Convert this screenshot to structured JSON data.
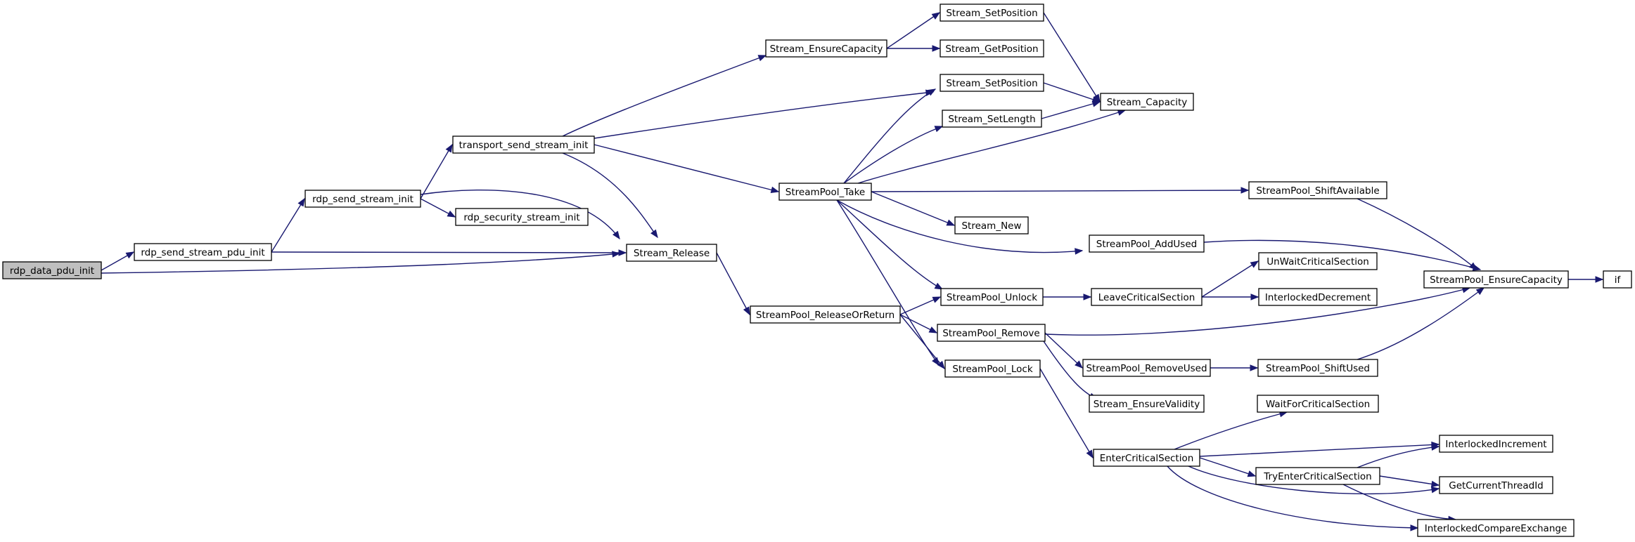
{
  "nodes": [
    {
      "id": "rdp_data_pdu_init",
      "label": "rdp_data_pdu_init",
      "root": true
    },
    {
      "id": "rdp_send_stream_pdu_init",
      "label": "rdp_send_stream_pdu_init"
    },
    {
      "id": "rdp_send_stream_init",
      "label": "rdp_send_stream_init"
    },
    {
      "id": "transport_send_stream_init",
      "label": "transport_send_stream_init"
    },
    {
      "id": "rdp_security_stream_init",
      "label": "rdp_security_stream_init"
    },
    {
      "id": "Stream_Release",
      "label": "Stream_Release"
    },
    {
      "id": "Stream_EnsureCapacity",
      "label": "Stream_EnsureCapacity"
    },
    {
      "id": "StreamPool_Take",
      "label": "StreamPool_Take"
    },
    {
      "id": "StreamPool_ReleaseOrReturn",
      "label": "StreamPool_ReleaseOrReturn"
    },
    {
      "id": "Stream_SetPosition_a",
      "label": "Stream_SetPosition"
    },
    {
      "id": "Stream_GetPosition",
      "label": "Stream_GetPosition"
    },
    {
      "id": "Stream_SetPosition_b",
      "label": "Stream_SetPosition"
    },
    {
      "id": "Stream_SetLength",
      "label": "Stream_SetLength"
    },
    {
      "id": "Stream_New",
      "label": "Stream_New"
    },
    {
      "id": "StreamPool_Unlock",
      "label": "StreamPool_Unlock"
    },
    {
      "id": "StreamPool_Remove",
      "label": "StreamPool_Remove"
    },
    {
      "id": "StreamPool_Lock",
      "label": "StreamPool_Lock"
    },
    {
      "id": "Stream_Capacity",
      "label": "Stream_Capacity"
    },
    {
      "id": "StreamPool_AddUsed",
      "label": "StreamPool_AddUsed"
    },
    {
      "id": "LeaveCriticalSection",
      "label": "LeaveCriticalSection"
    },
    {
      "id": "StreamPool_RemoveUsed",
      "label": "StreamPool_RemoveUsed"
    },
    {
      "id": "Stream_EnsureValidity",
      "label": "Stream_EnsureValidity"
    },
    {
      "id": "EnterCriticalSection",
      "label": "EnterCriticalSection"
    },
    {
      "id": "StreamPool_ShiftAvailable",
      "label": "StreamPool_ShiftAvailable"
    },
    {
      "id": "UnWaitCriticalSection",
      "label": "UnWaitCriticalSection"
    },
    {
      "id": "InterlockedDecrement",
      "label": "InterlockedDecrement"
    },
    {
      "id": "StreamPool_ShiftUsed",
      "label": "StreamPool_ShiftUsed"
    },
    {
      "id": "WaitForCriticalSection",
      "label": "WaitForCriticalSection"
    },
    {
      "id": "TryEnterCriticalSection",
      "label": "TryEnterCriticalSection"
    },
    {
      "id": "StreamPool_EnsureCapacity",
      "label": "StreamPool_EnsureCapacity"
    },
    {
      "id": "InterlockedIncrement",
      "label": "InterlockedIncrement"
    },
    {
      "id": "GetCurrentThreadId",
      "label": "GetCurrentThreadId"
    },
    {
      "id": "InterlockedCompareExchange",
      "label": "InterlockedCompareExchange"
    },
    {
      "id": "if",
      "label": "if"
    }
  ],
  "edges": [
    {
      "from": "rdp_data_pdu_init",
      "to": "rdp_send_stream_pdu_init"
    },
    {
      "from": "rdp_data_pdu_init",
      "to": "Stream_Release"
    },
    {
      "from": "rdp_send_stream_pdu_init",
      "to": "rdp_send_stream_init"
    },
    {
      "from": "rdp_send_stream_pdu_init",
      "to": "Stream_Release"
    },
    {
      "from": "rdp_send_stream_init",
      "to": "transport_send_stream_init"
    },
    {
      "from": "rdp_send_stream_init",
      "to": "rdp_security_stream_init"
    },
    {
      "from": "rdp_send_stream_init",
      "to": "Stream_Release"
    },
    {
      "from": "transport_send_stream_init",
      "to": "Stream_EnsureCapacity"
    },
    {
      "from": "transport_send_stream_init",
      "to": "Stream_SetPosition_b"
    },
    {
      "from": "transport_send_stream_init",
      "to": "StreamPool_Take"
    },
    {
      "from": "transport_send_stream_init",
      "to": "Stream_Release"
    },
    {
      "from": "Stream_Release",
      "to": "StreamPool_ReleaseOrReturn"
    },
    {
      "from": "Stream_EnsureCapacity",
      "to": "Stream_SetPosition_a"
    },
    {
      "from": "Stream_EnsureCapacity",
      "to": "Stream_GetPosition"
    },
    {
      "from": "Stream_SetPosition_a",
      "to": "Stream_Capacity"
    },
    {
      "from": "Stream_SetPosition_b",
      "to": "Stream_Capacity"
    },
    {
      "from": "Stream_SetLength",
      "to": "Stream_Capacity"
    },
    {
      "from": "StreamPool_Take",
      "to": "Stream_SetPosition_b"
    },
    {
      "from": "StreamPool_Take",
      "to": "Stream_SetLength"
    },
    {
      "from": "StreamPool_Take",
      "to": "Stream_Capacity"
    },
    {
      "from": "StreamPool_Take",
      "to": "StreamPool_ShiftAvailable"
    },
    {
      "from": "StreamPool_Take",
      "to": "Stream_New"
    },
    {
      "from": "StreamPool_Take",
      "to": "StreamPool_AddUsed"
    },
    {
      "from": "StreamPool_Take",
      "to": "StreamPool_Unlock"
    },
    {
      "from": "StreamPool_Take",
      "to": "StreamPool_Lock"
    },
    {
      "from": "StreamPool_ReleaseOrReturn",
      "to": "StreamPool_Unlock"
    },
    {
      "from": "StreamPool_ReleaseOrReturn",
      "to": "StreamPool_Remove"
    },
    {
      "from": "StreamPool_ReleaseOrReturn",
      "to": "StreamPool_Lock"
    },
    {
      "from": "StreamPool_ShiftAvailable",
      "to": "StreamPool_EnsureCapacity"
    },
    {
      "from": "StreamPool_AddUsed",
      "to": "StreamPool_EnsureCapacity"
    },
    {
      "from": "StreamPool_Unlock",
      "to": "LeaveCriticalSection"
    },
    {
      "from": "LeaveCriticalSection",
      "to": "UnWaitCriticalSection"
    },
    {
      "from": "LeaveCriticalSection",
      "to": "InterlockedDecrement"
    },
    {
      "from": "StreamPool_Remove",
      "to": "StreamPool_EnsureCapacity"
    },
    {
      "from": "StreamPool_Remove",
      "to": "StreamPool_RemoveUsed"
    },
    {
      "from": "StreamPool_Remove",
      "to": "Stream_EnsureValidity"
    },
    {
      "from": "StreamPool_RemoveUsed",
      "to": "StreamPool_ShiftUsed"
    },
    {
      "from": "StreamPool_ShiftUsed",
      "to": "StreamPool_EnsureCapacity"
    },
    {
      "from": "StreamPool_EnsureCapacity",
      "to": "if"
    },
    {
      "from": "StreamPool_Lock",
      "to": "EnterCriticalSection"
    },
    {
      "from": "EnterCriticalSection",
      "to": "WaitForCriticalSection"
    },
    {
      "from": "EnterCriticalSection",
      "to": "InterlockedIncrement"
    },
    {
      "from": "EnterCriticalSection",
      "to": "TryEnterCriticalSection"
    },
    {
      "from": "EnterCriticalSection",
      "to": "GetCurrentThreadId"
    },
    {
      "from": "EnterCriticalSection",
      "to": "InterlockedCompareExchange"
    },
    {
      "from": "TryEnterCriticalSection",
      "to": "InterlockedIncrement"
    },
    {
      "from": "TryEnterCriticalSection",
      "to": "GetCurrentThreadId"
    },
    {
      "from": "TryEnterCriticalSection",
      "to": "InterlockedCompareExchange"
    }
  ]
}
